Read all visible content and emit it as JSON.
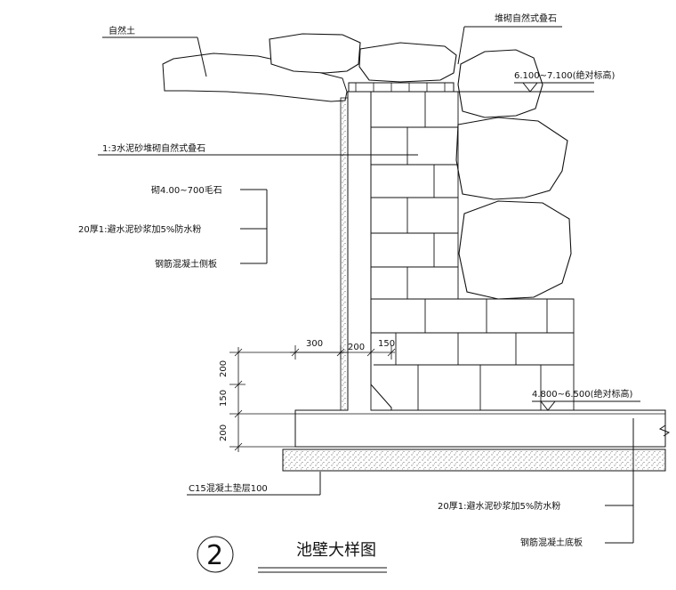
{
  "labels": {
    "natural_soil": "自然土",
    "stacked_rock": "堆砌自然式叠石",
    "elev_top": "6.100~7.100(绝对标高)",
    "mortar_rock": "1:3水泥砂堆砌自然式叠石",
    "rubble": "砌4.00~700毛石",
    "waterproof_wall": "20厚1:避水泥砂浆加5%防水粉",
    "rc_wall": "钢筋混凝土侧板",
    "elev_bottom": "4.800~6.500(绝对标高)",
    "c15_cushion": "C15混凝土垫层100",
    "waterproof_floor": "20厚1:避水泥砂浆加5%防水粉",
    "rc_floor": "钢筋混凝土底板"
  },
  "dimensions": {
    "d300": "300",
    "d200_h": "200",
    "d150_h": "150",
    "d200_v1": "200",
    "d150_v": "150",
    "d200_v2": "200"
  },
  "title": {
    "number": "2",
    "text": "池壁大样图"
  }
}
